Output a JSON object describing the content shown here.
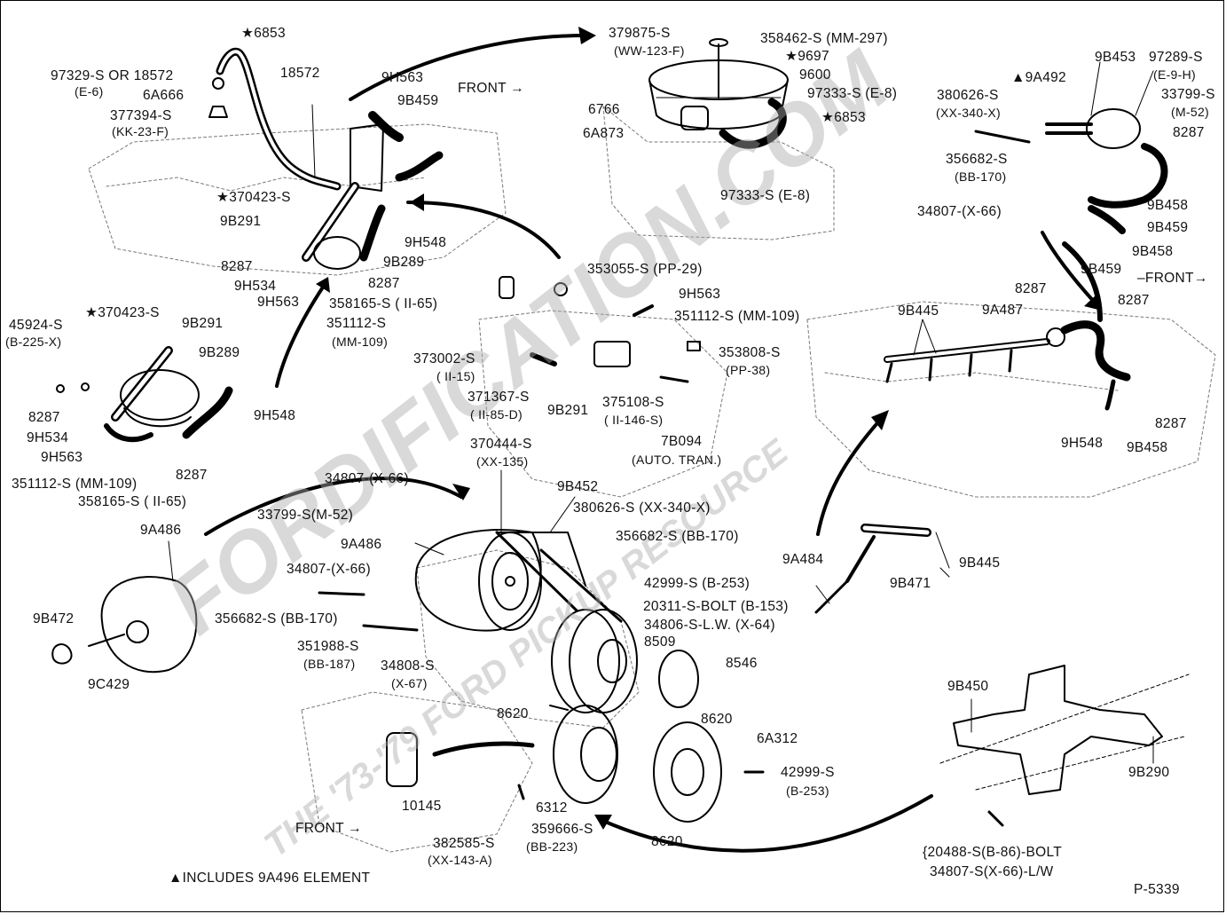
{
  "diagram_id": "P-5339",
  "footnote": "▲INCLUDES 9A496 ELEMENT",
  "watermark": {
    "main": "FORDIFICATION.COM",
    "sub": "THE '73-'79 FORD PICKUP RESOURCE"
  },
  "directions": {
    "front_top": "FRONT",
    "front_right": "FRONT",
    "front_bottom": "FRONT"
  },
  "labels": {
    "p6853_top": "★6853",
    "p97329": "97329-S OR 18572",
    "p97329_sub": "(E-6)",
    "p6A666": "6A666",
    "p377394": "377394-S",
    "p377394_sub": "(KK-23-F)",
    "p18572": "18572",
    "p9H563_a": "9H563",
    "p9B459_a": "9B459",
    "p370423_a": "★370423-S",
    "p9B291_a": "9B291",
    "p9H548_a": "9H548",
    "p8287_a": "8287",
    "p9B289_a": "9B289",
    "p9H534_a": "9H534",
    "p8287_b": "8287",
    "p9H563_b": "9H563",
    "p358165_a": "358165-S ( II-65)",
    "p351112_a": "351112-S",
    "p351112_a_sub": "(MM-109)",
    "p379875": "379875-S",
    "p379875_sub": "(WW-123-F)",
    "p358462": "358462-S (MM-297)",
    "p9697": "★9697",
    "p9600": "9600",
    "p97333_a": "97333-S (E-8)",
    "p6766": "6766",
    "p6853_b": "★6853",
    "p6A873": "6A873",
    "p97333_b": "97333-S (E-8)",
    "p9A492": "▲9A492",
    "p9B453": "9B453",
    "p97289": "97289-S",
    "p97289_sub": "(E-9-H)",
    "p380626_a": "380626-S",
    "p380626_a_sub": "(XX-340-X)",
    "p33799_a": "33799-S",
    "p33799_a_sub": "(M-52)",
    "p8287_c": "8287",
    "p356682_a": "356682-S",
    "p356682_a_sub": "(BB-170)",
    "p34807_a": "34807-(X-66)",
    "p9B458_a": "9B458",
    "p9B459_b": "9B459",
    "p9B458_b": "9B458",
    "p353055": "353055-S (PP-29)",
    "p9H563_c": "9H563",
    "p351112_b": "351112-S (MM-109)",
    "p373002": "373002-S",
    "p373002_sub": "( II-15)",
    "p353808": "353808-S",
    "p353808_sub": "(PP-38)",
    "p371367": "371367-S",
    "p371367_sub": "( II-85-D)",
    "p9B291_b": "9B291",
    "p375108": "375108-S",
    "p375108_sub": "( II-146-S)",
    "p7B094": "7B094",
    "p7B094_sub": "(AUTO. TRAN.)",
    "p9B459_c": "9B459",
    "p8287_d": "8287",
    "p9B445_a": "9B445",
    "p9A487": "9A487",
    "p8287_e": "8287",
    "p9H548_b": "9H548",
    "p9B458_c": "9B458",
    "p8287_f": "8287",
    "p45924": "45924-S",
    "p45924_sub": "(B-225-X)",
    "p370423_b": "★370423-S",
    "p9B291_c": "9B291",
    "p9B289_b": "9B289",
    "p8287_g": "8287",
    "p9H548_c": "9H548",
    "p9H534_b": "9H534",
    "p9H563_d": "9H563",
    "p8287_h": "8287",
    "p351112_c": "351112-S (MM-109)",
    "p358165_b": "358165-S ( II-65)",
    "p370444": "370444-S",
    "p370444_sub": "(XX-135)",
    "p34807_b": "34807-(X-66)",
    "p9B452": "9B452",
    "p33799_b": "33799-S(M-52)",
    "p380626_b": "380626-S (XX-340-X)",
    "p9A486_a": "9A486",
    "p9A486_b": "9A486",
    "p356682_b": "356682-S (BB-170)",
    "p34807_c": "34807-(X-66)",
    "p42999_a": "42999-S (B-253)",
    "p356682_c": "356682-S (BB-170)",
    "p20311": "20311-S-BOLT (B-153)",
    "p34806": "34806-S-L.W. (X-64)",
    "p8509": "8509",
    "p351988": "351988-S",
    "p351988_sub": "(BB-187)",
    "p34808": "34808-S",
    "p34808_sub": "(X-67)",
    "p9B472": "9B472",
    "p9C429": "9C429",
    "p8546": "8546",
    "p8620_a": "8620",
    "p8620_b": "8620",
    "p6A312": "6A312",
    "p42999_b": "42999-S",
    "p42999_b_sub": "(B-253)",
    "p10145": "10145",
    "p6312": "6312",
    "p382585": "382585-S",
    "p382585_sub": "(XX-143-A)",
    "p359666": "359666-S",
    "p359666_sub": "(BB-223)",
    "p8620_c": "8620",
    "p9A484": "9A484",
    "p9B471": "9B471",
    "p9B445_b": "9B445",
    "p9B450": "9B450",
    "p9B290": "9B290",
    "p20488": "20488-S(B-86)-BOLT",
    "p34807_d": "34807-S(X-66)-L/W"
  }
}
